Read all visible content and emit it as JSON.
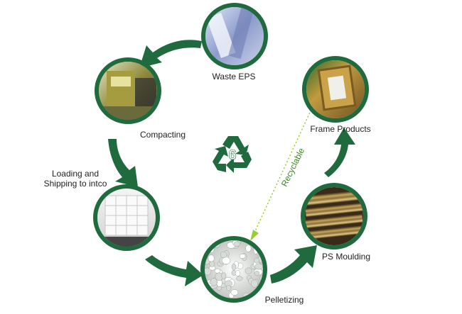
{
  "stages": {
    "waste_eps": "Waste EPS",
    "compacting": "Compacting",
    "loading": "Loading and\nShipping to intco",
    "pelletizing": "Pelletizing",
    "ps_moulding": "PS Moulding",
    "frame_products": "Frame Products"
  },
  "recyclable_label": "Recyclable",
  "recycle_symbol_number": "6",
  "colors": {
    "ring": "#1f6b3e",
    "arrow": "#1f6b3e",
    "dotted_arrow": "#9acd32",
    "recyclable_text": "#3c8a23"
  }
}
